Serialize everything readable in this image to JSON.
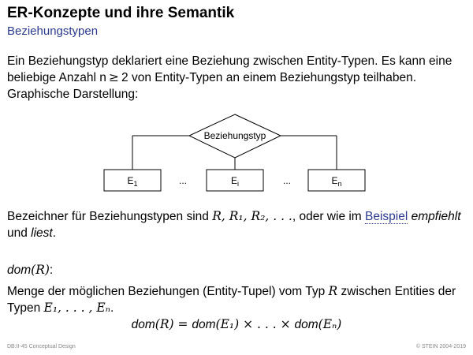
{
  "header": {
    "title": "ER-Konzepte und ihre Semantik",
    "subtitle": "Beziehungstypen"
  },
  "intro": {
    "line1": "Ein Beziehungstyp deklariert eine Beziehung zwischen Entity-Typen. Es kann eine",
    "line2_a": "beliebige Anzahl n",
    "line2_geq": "≥",
    "line2_b": "2 von Entity-Typen an einem Beziehungstyp teilhaben.",
    "line3": "Graphische Darstellung:"
  },
  "diagram": {
    "relationship_label": "Beziehungstyp",
    "entities": [
      {
        "base": "E",
        "sub": "1"
      },
      {
        "base": "E",
        "sub": "i"
      },
      {
        "base": "E",
        "sub": "n"
      }
    ],
    "ellipsis": "..."
  },
  "naming": {
    "text_a": "Bezeichner für Beziehungstypen sind ",
    "symbols": "R, R₁, R₂, . . .",
    "text_b": ", oder wie im ",
    "link": "Beispiel",
    "text_c": " ",
    "emph1": "empfiehlt",
    "text_d": "und ",
    "emph2": "liest",
    "text_e": "."
  },
  "dom": {
    "label_fn": "dom",
    "label_arg": "(R)",
    "label_colon": ":"
  },
  "definition": {
    "line1_a": "Menge der möglichen Beziehungen (Entity-Tupel) vom Typ ",
    "line1_r": "R",
    "line1_b": " zwischen Entities der",
    "line2_a": "Typen ",
    "line2_math": "E₁, . . . , Eₙ",
    "line2_b": "."
  },
  "formula": {
    "lhs_fn": "dom",
    "lhs_arg": "(R)",
    "eq": " = ",
    "f1_fn": "dom",
    "f1_arg": "(E₁)",
    "mid": " × . . . × ",
    "f2_fn": "dom",
    "f2_arg": "(Eₙ)"
  },
  "footer": {
    "left": "DB:II-45    Conceptual Design",
    "right": "© STEIN 2004-2019"
  }
}
